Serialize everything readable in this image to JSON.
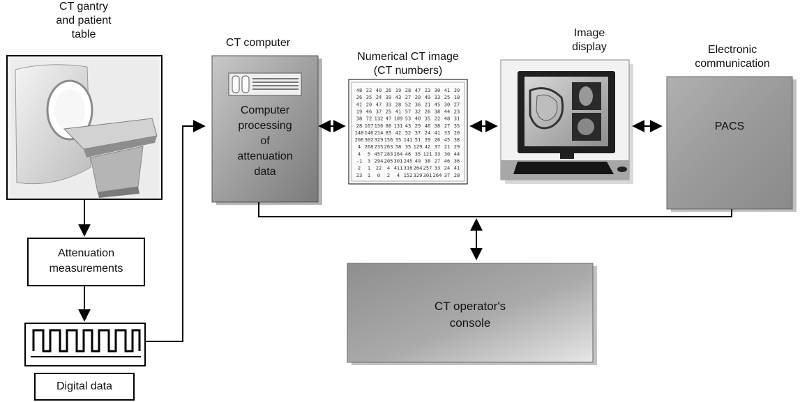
{
  "labels": {
    "gantry_line1": "CT gantry",
    "gantry_line2": "and patient",
    "gantry_line3": "table",
    "ct_computer": "CT computer",
    "numerical_line1": "Numerical CT image",
    "numerical_line2": "(CT numbers)",
    "display_line1": "Image",
    "display_line2": "display",
    "electronic_line1": "Electronic",
    "electronic_line2": "communication"
  },
  "boxes": {
    "processing_line1": "Computer",
    "processing_line2": "processing",
    "processing_line3": "of",
    "processing_line4": "attenuation",
    "processing_line5": "data",
    "pacs": "PACS",
    "console_line1": "CT operator's",
    "console_line2": "console",
    "attenuation_line1": "Attenuation",
    "attenuation_line2": "measurements",
    "digital": "Digital data"
  },
  "ct_numbers": [
    [
      "48",
      "22",
      "40",
      "26",
      "19",
      "28",
      "47",
      "23",
      "30",
      "41",
      "39"
    ],
    [
      "26",
      "35",
      "24",
      "39",
      "43",
      "27",
      "20",
      "49",
      "33",
      "25",
      "18"
    ],
    [
      "41",
      "20",
      "47",
      "33",
      "28",
      "52",
      "36",
      "21",
      "45",
      "30",
      "27"
    ],
    [
      "19",
      "46",
      "37",
      "25",
      "41",
      "57",
      "32",
      "26",
      "38",
      "44",
      "23"
    ],
    [
      "38",
      "72",
      "132",
      "47",
      "109",
      "53",
      "40",
      "35",
      "22",
      "48",
      "31"
    ],
    [
      "28",
      "167",
      "156",
      "86",
      "131",
      "43",
      "29",
      "46",
      "38",
      "27",
      "35"
    ],
    [
      "148",
      "146",
      "214",
      "85",
      "42",
      "52",
      "37",
      "24",
      "41",
      "33",
      "20"
    ],
    [
      "206",
      "302",
      "329",
      "156",
      "35",
      "141",
      "51",
      "39",
      "26",
      "45",
      "38"
    ],
    [
      "4",
      "268",
      "235",
      "263",
      "58",
      "35",
      "129",
      "42",
      "37",
      "21",
      "29"
    ],
    [
      "4",
      "5",
      "457",
      "283",
      "264",
      "46",
      "35",
      "121",
      "33",
      "30",
      "44"
    ],
    [
      "-1",
      "3",
      "294",
      "205",
      "301",
      "245",
      "49",
      "38",
      "27",
      "46",
      "36"
    ],
    [
      "2",
      "1",
      "22",
      "4",
      "411",
      "316",
      "264",
      "257",
      "33",
      "24",
      "41"
    ],
    [
      "23",
      "1",
      "0",
      "2",
      "4",
      "152",
      "329",
      "301",
      "264",
      "37",
      "28"
    ]
  ]
}
